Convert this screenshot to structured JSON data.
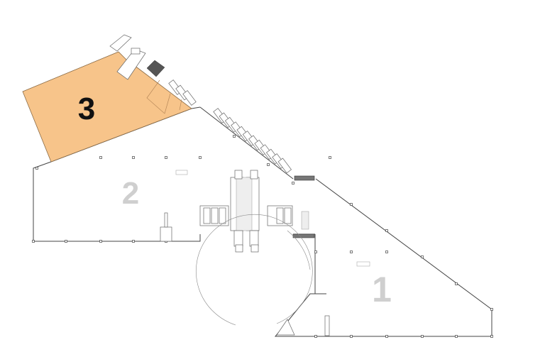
{
  "plan": {
    "zones": [
      {
        "id": "1",
        "label": "1",
        "highlighted": false
      },
      {
        "id": "2",
        "label": "2",
        "highlighted": false
      },
      {
        "id": "3",
        "label": "3",
        "highlighted": true
      }
    ]
  },
  "colors": {
    "highlight_fill": "#f7c48a",
    "highlight_stroke": "#8a6a44",
    "highlight_label": "#111111",
    "zone_label": "#cfcfcf",
    "wall": "#444444"
  }
}
